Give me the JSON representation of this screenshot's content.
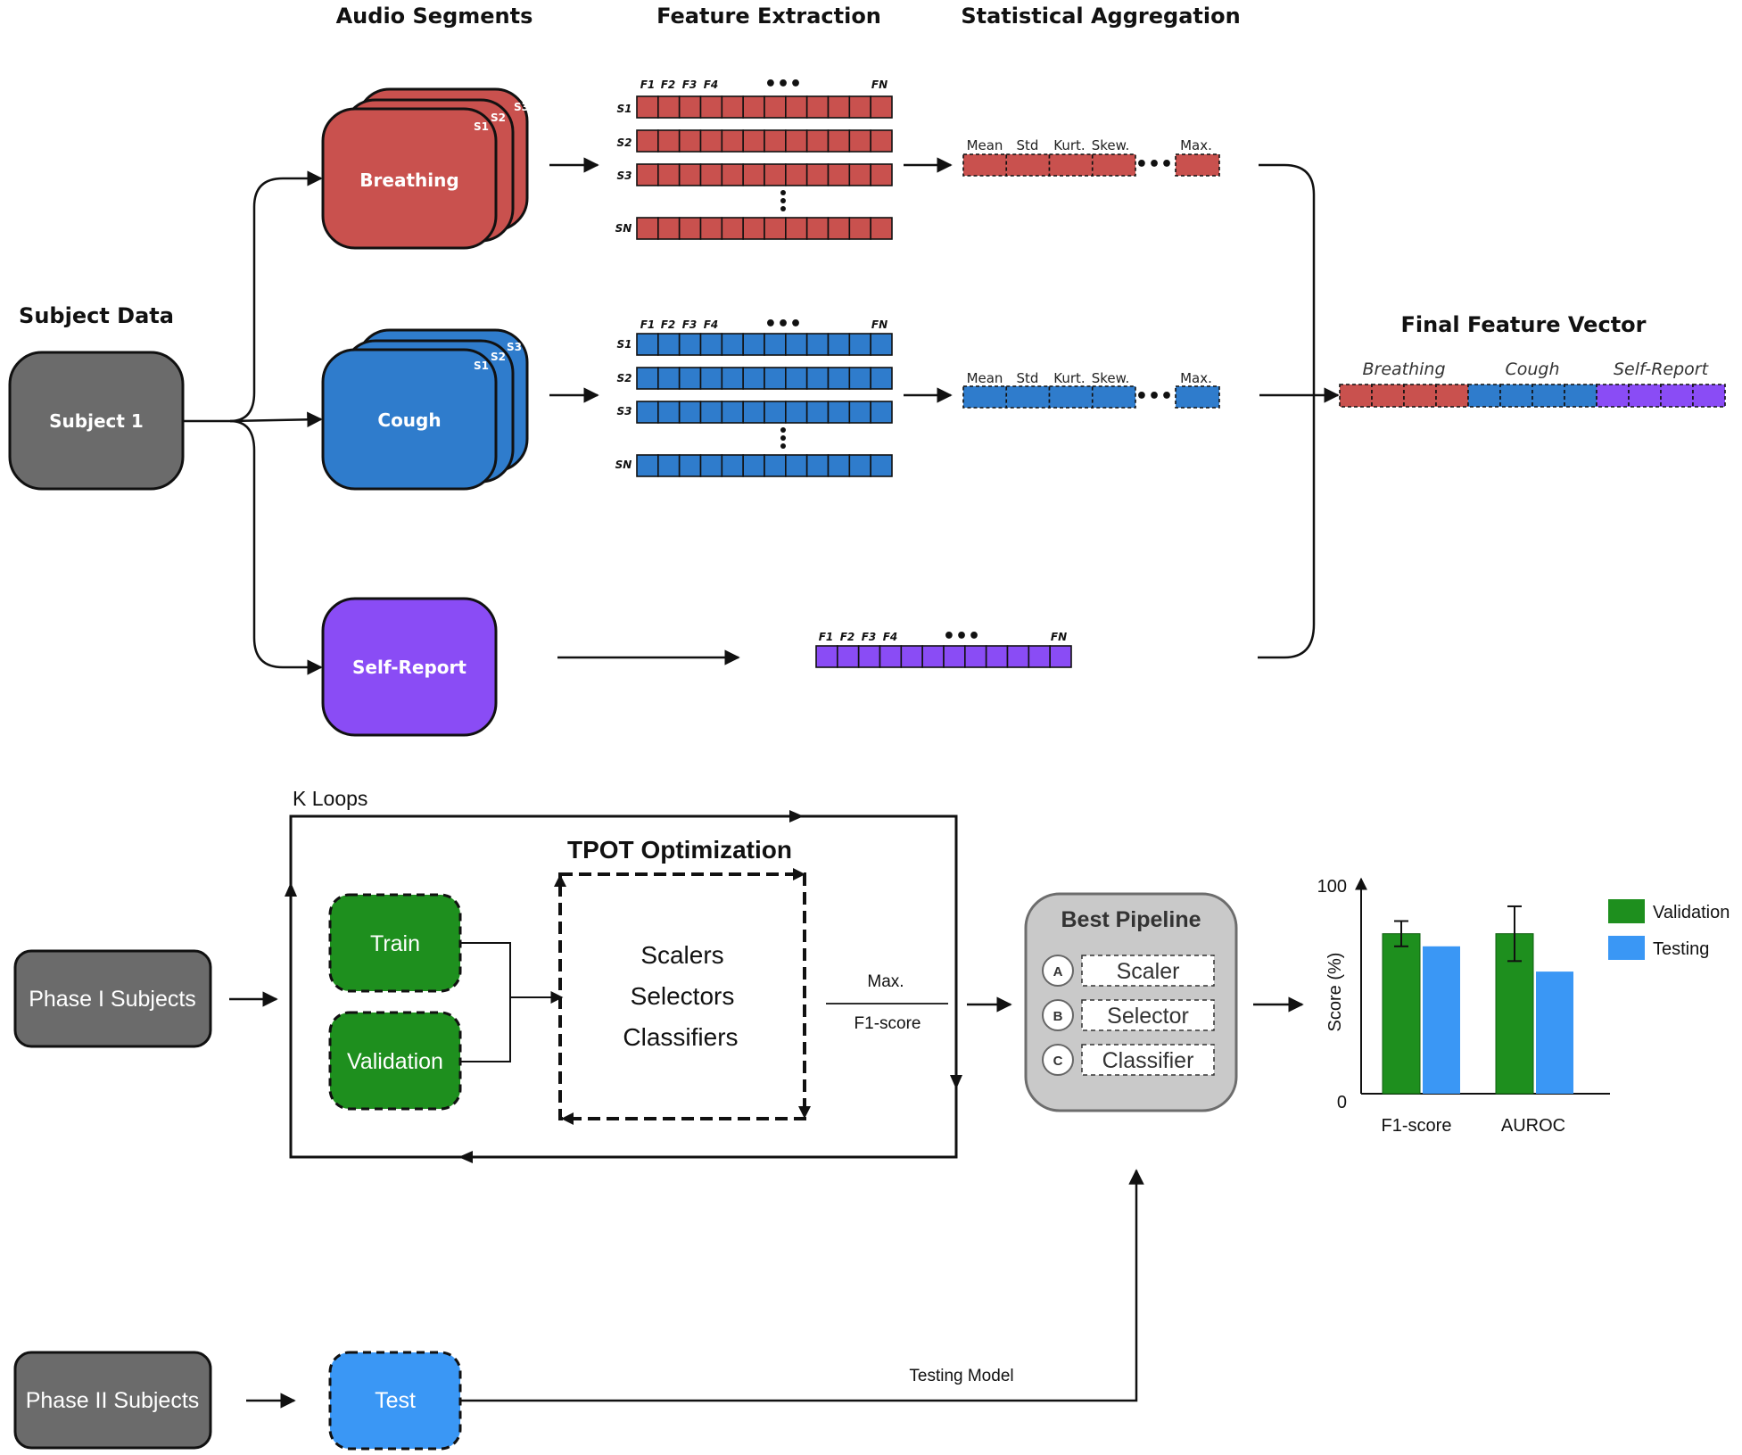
{
  "headers": {
    "audio_segments": "Audio Segments",
    "feature_extraction": "Feature Extraction",
    "statistical_aggregation": "Statistical Aggregation",
    "subject_data": "Subject Data",
    "final_feature_vector": "Final Feature Vector"
  },
  "subject": {
    "label": "Subject 1"
  },
  "modalities": {
    "breathing": {
      "label": "Breathing",
      "color": "#c9514e"
    },
    "cough": {
      "label": "Cough",
      "color": "#2f7ccc"
    },
    "self_report": {
      "label": "Self-Report",
      "color": "#8a4cf5"
    }
  },
  "segment_labels": {
    "s1": "S1",
    "s2": "S2",
    "s3": "S3",
    "sn": "SN"
  },
  "feature_labels": {
    "f1": "F1",
    "f2": "F2",
    "f3": "F3",
    "f4": "F4",
    "fn": "FN",
    "ellipsis": "•••"
  },
  "stats": {
    "mean": "Mean",
    "std": "Std",
    "kurt": "Kurt.",
    "skew": "Skew.",
    "max": "Max.",
    "ellipsis": "•••"
  },
  "final_vector_labels": {
    "breathing": "Breathing",
    "cough": "Cough",
    "self_report": "Self-Report"
  },
  "optimization": {
    "k_loops": "K Loops",
    "title": "TPOT Optimization",
    "train": "Train",
    "validation": "Validation",
    "scalers": "Scalers",
    "selectors": "Selectors",
    "classifiers": "Classifiers",
    "max_label": "Max.",
    "f1_label": "F1-score",
    "green": "#1e8f1e"
  },
  "phases": {
    "phase1": "Phase I Subjects",
    "phase2": "Phase II Subjects",
    "test": "Test",
    "testing_model": "Testing Model",
    "test_color": "#3a97f5"
  },
  "best_pipeline": {
    "title": "Best Pipeline",
    "items": [
      {
        "letter": "A",
        "label": "Scaler"
      },
      {
        "letter": "B",
        "label": "Selector"
      },
      {
        "letter": "C",
        "label": "Classifier"
      }
    ]
  },
  "chart_data": {
    "type": "bar",
    "categories": [
      "F1-score",
      "AUROC"
    ],
    "series": [
      {
        "name": "Validation",
        "values": [
          76,
          76
        ],
        "error": [
          6,
          13
        ],
        "color": "#1e8f1e"
      },
      {
        "name": "Testing",
        "values": [
          70,
          58
        ],
        "color": "#3a97f5"
      }
    ],
    "ylabel": "Score (%)",
    "ylim": [
      0,
      100
    ],
    "yticks": [
      "0",
      "100"
    ],
    "legend": "right"
  }
}
